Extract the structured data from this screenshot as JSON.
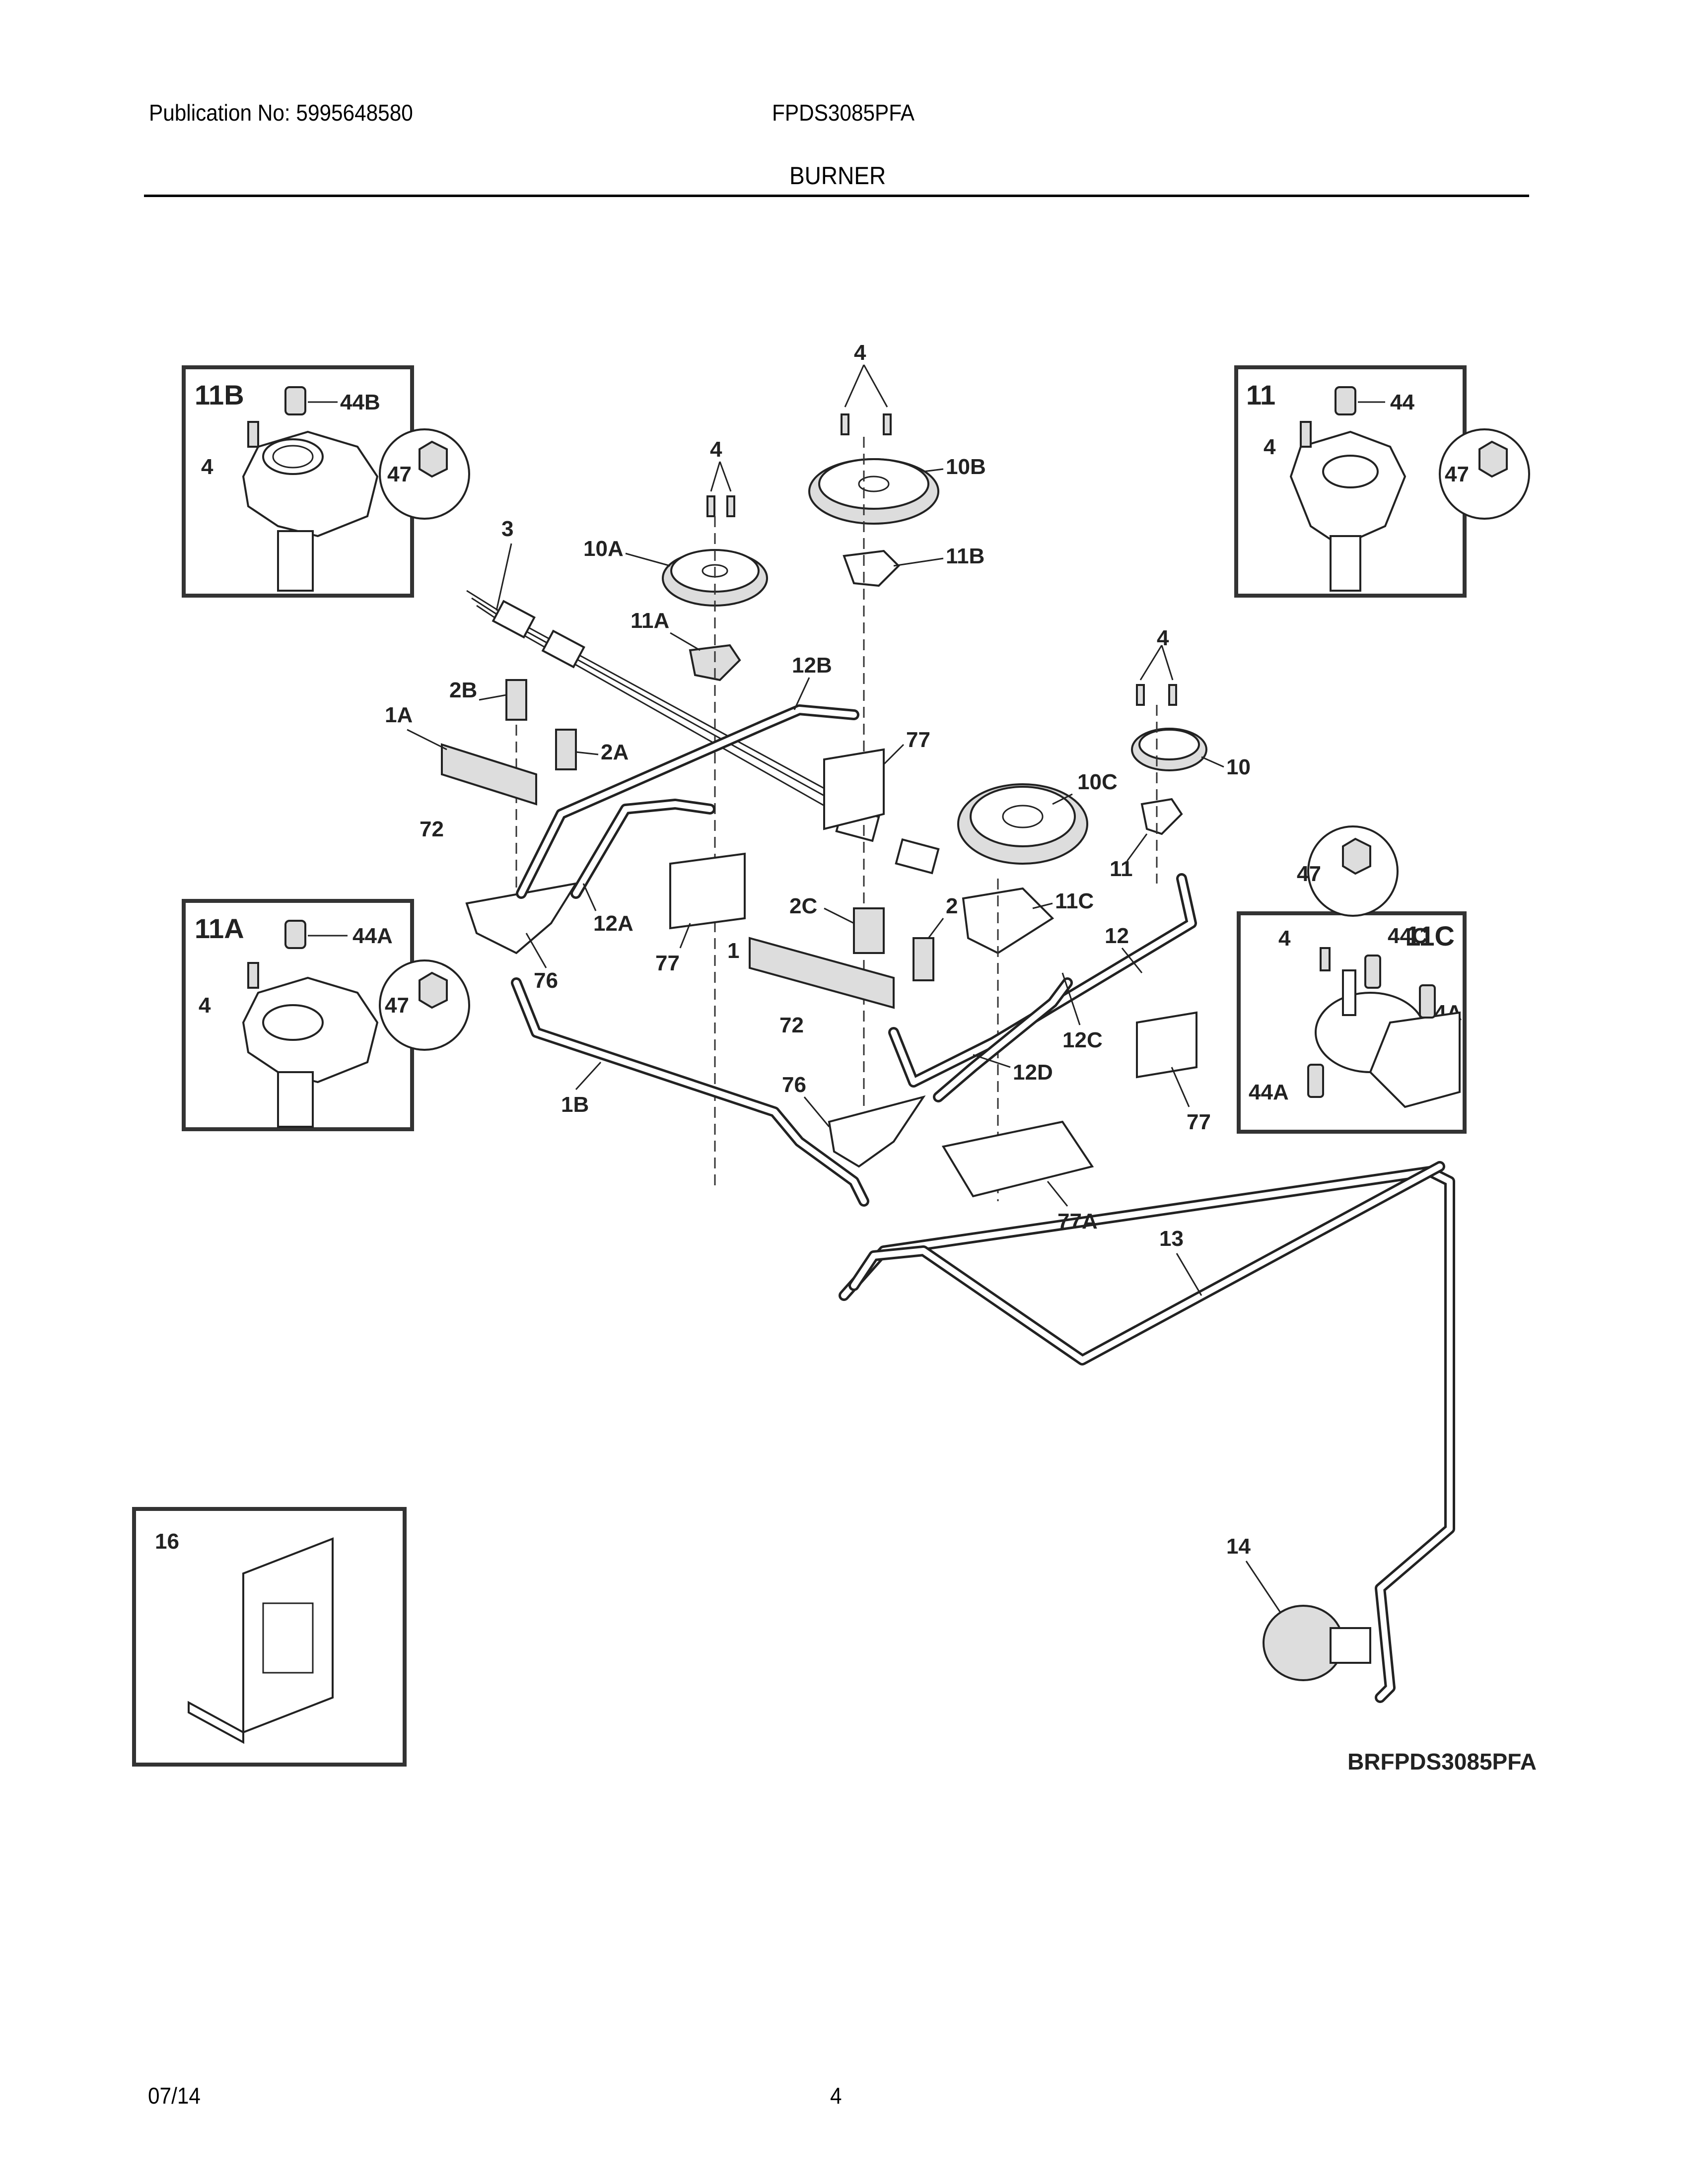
{
  "header": {
    "publication": "Publication No: 5995648580",
    "model": "FPDS3085PFA",
    "section_title": "BURNER"
  },
  "footer": {
    "date": "07/14",
    "page": "4"
  },
  "diagram_code": "BRFPDS3085PFA",
  "insets": {
    "inset_11B": {
      "title": "11B",
      "labels": [
        "44B",
        "4",
        "47"
      ]
    },
    "inset_11": {
      "title": "11",
      "labels": [
        "44",
        "4",
        "47"
      ]
    },
    "inset_11A": {
      "title": "11A",
      "labels": [
        "44A",
        "4",
        "47"
      ]
    },
    "inset_11C": {
      "title": "11C",
      "labels": [
        "47",
        "4",
        "44C",
        "44A",
        "44A"
      ]
    },
    "inset_16": {
      "title": "16"
    }
  },
  "callouts": {
    "c4_top": "4",
    "c4_mid": "4",
    "c10B": "10B",
    "c11B": "11B",
    "c10A": "10A",
    "c11A": "11A",
    "c3": "3",
    "c12B": "12B",
    "c2B": "2B",
    "c1A": "1A",
    "c2A": "2A",
    "c72a": "72",
    "c77a": "77",
    "c4_right": "4",
    "c10": "10",
    "c10C": "10C",
    "c11": "11",
    "c12A": "12A",
    "c76a": "76",
    "c77b": "77",
    "c2C": "2C",
    "c1": "1",
    "c2": "2",
    "c11C": "11C",
    "c12": "12",
    "c72b": "72",
    "c12C": "12C",
    "c12D": "12D",
    "c1B": "1B",
    "c76b": "76",
    "c77c": "77",
    "c77A": "77A",
    "c13": "13",
    "c14": "14"
  }
}
